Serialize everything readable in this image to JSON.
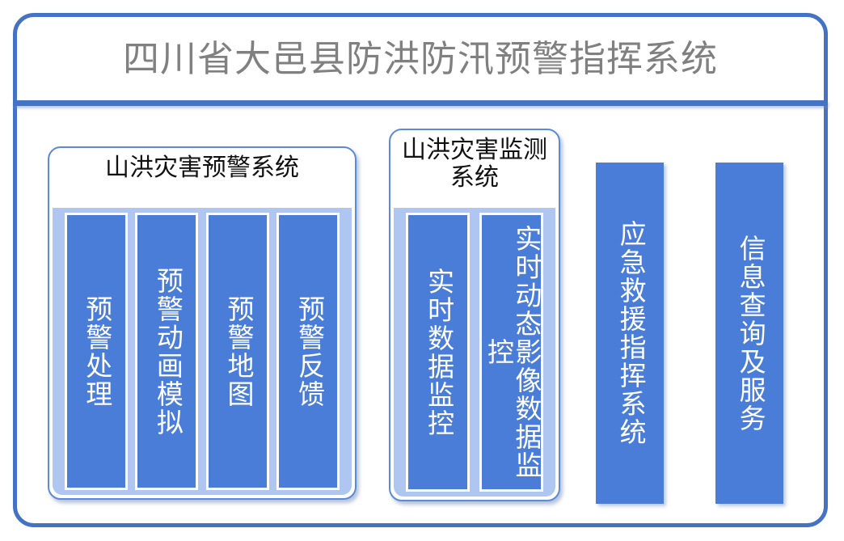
{
  "header": {
    "title": "四川省大邑县防洪防汛预警指挥系统"
  },
  "panels": [
    {
      "id": "warning-system",
      "title": "山洪灾害预警系统",
      "tiles": [
        {
          "id": "warning-processing",
          "label": "预警处理"
        },
        {
          "id": "warning-animation-simulation",
          "label": "预警动画模拟"
        },
        {
          "id": "warning-map",
          "label": "预警地图"
        },
        {
          "id": "warning-feedback",
          "label": "预警反馈"
        }
      ]
    },
    {
      "id": "monitoring-system",
      "title": "山洪灾害监测系统",
      "tiles": [
        {
          "id": "realtime-data-monitoring",
          "label": "实时数据监控"
        },
        {
          "id": "realtime-dynamic-image-data-monitoring",
          "label": "实时动态影像数据监控"
        }
      ]
    }
  ],
  "standalone_modules": [
    {
      "id": "emergency-rescue-command-system",
      "label": "应急救援指挥系统"
    },
    {
      "id": "information-query-and-service",
      "label": "信息查询及服务"
    }
  ],
  "colors": {
    "frame_border": "#4472C4",
    "title_text": "#808080",
    "tile_fill": "#4A7DD8",
    "panel_fill": "#AEC6F0",
    "panel_border": "#5B8BD6",
    "tile_text": "#FFFFFF",
    "group_title_text": "#111111",
    "page_background": "#FFFFFF"
  }
}
